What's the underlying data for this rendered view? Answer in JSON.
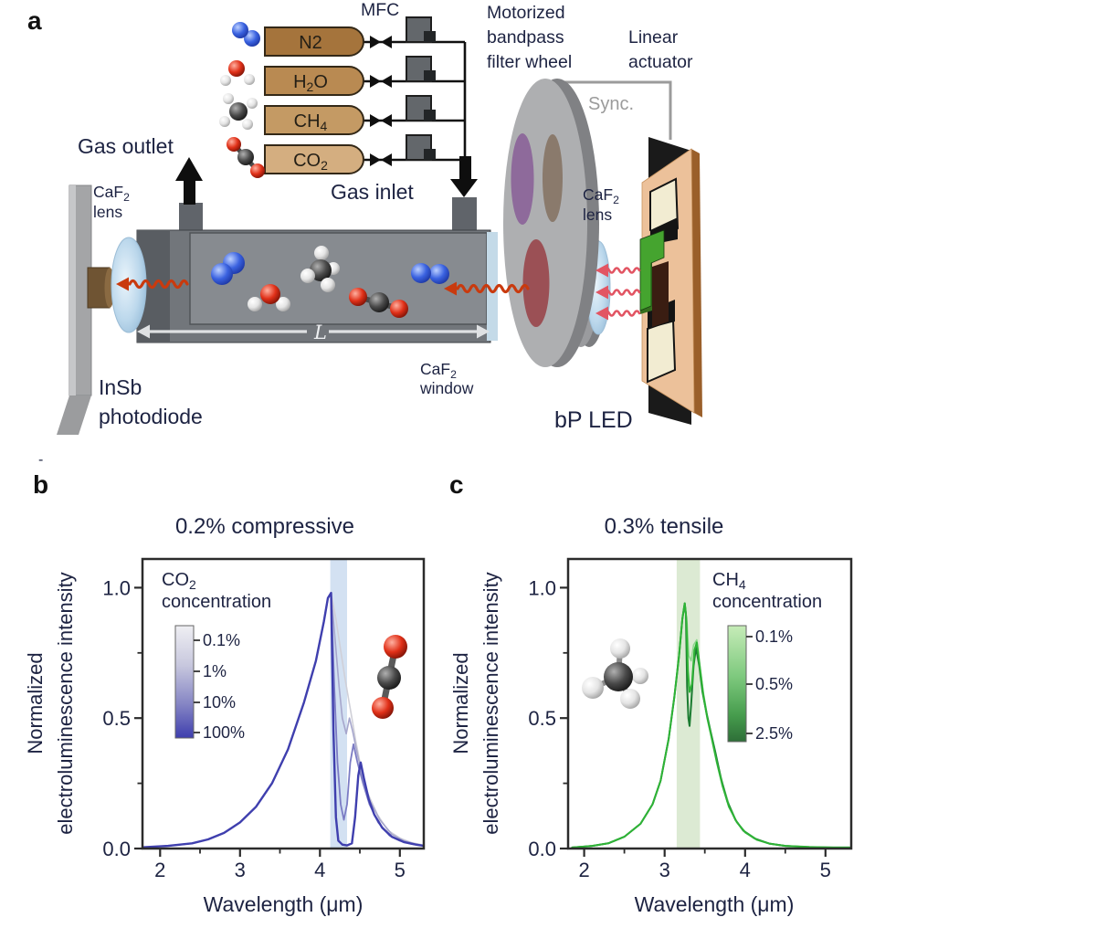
{
  "panel_a": {
    "label": "a",
    "mfc_label": "MFC",
    "filter_wheel_label": [
      "Motorized",
      "bandpass",
      "filter wheel"
    ],
    "linear_actuator_label": [
      "Linear",
      "actuator"
    ],
    "sync_label": "Sync.",
    "gas_outlet_label": "Gas outlet",
    "gas_inlet_label": "Gas inlet",
    "gas_cylinders": [
      {
        "pre": "N2",
        "sub": "",
        "post": ""
      },
      {
        "pre": "H",
        "sub": "2",
        "post": "O"
      },
      {
        "pre": "CH",
        "sub": "4",
        "post": ""
      },
      {
        "pre": "CO",
        "sub": "2",
        "post": ""
      }
    ],
    "caf2_lens": {
      "pre": "CaF",
      "sub": "2",
      "line2": "lens"
    },
    "caf2_window": {
      "pre": "CaF",
      "sub": "2",
      "line2": "window"
    },
    "insb_label": [
      "InSb",
      "photodiode"
    ],
    "bp_led_label": "bP LED",
    "path_length_label": "L"
  },
  "panel_b": {
    "label": "b",
    "stray_mark": "-",
    "title": "0.2% compressive",
    "title_color": "#4679cf",
    "ylabel_lines": [
      "Normalized",
      "electroluminescence intensity"
    ],
    "xlabel": "Wavelength (μm)",
    "legend": {
      "pre": "CO",
      "sub": "2",
      "line2": "concentration"
    }
  },
  "panel_c": {
    "label": "c",
    "title": "0.3% tensile",
    "title_color": "#2ba14f",
    "ylabel_lines": [
      "Normalized",
      "electroluminescence intensity"
    ],
    "xlabel": "Wavelength (μm)",
    "legend": {
      "pre": "CH",
      "sub": "4",
      "line2": "concentration"
    }
  },
  "chart_data": [
    {
      "id": "b",
      "type": "line",
      "title": "0.2% compressive",
      "xlabel": "Wavelength (μm)",
      "ylabel": "Normalized electroluminescence intensity",
      "xlim": [
        1.78,
        5.3
      ],
      "ylim": [
        0,
        1.11
      ],
      "xticks": [
        2,
        3,
        4,
        5
      ],
      "xticks_minor": [
        2.5,
        3.5,
        4.5
      ],
      "yticks": [
        {
          "v": 0,
          "label": "0.0"
        },
        {
          "v": 0.5,
          "label": "0.5"
        },
        {
          "v": 1.0,
          "label": "1.0"
        }
      ],
      "yticks_minor": [
        0.25,
        0.75
      ],
      "grid": false,
      "band": {
        "x": [
          4.13,
          4.34
        ],
        "color": "#d3e1f2"
      },
      "legend_title": "CO2 concentration",
      "legend_position": "upper-left",
      "legend_ticks": [
        "0.1%",
        "1%",
        "10%",
        "100%"
      ],
      "series": [
        {
          "name": "0.1%",
          "color": "#d0d0d8",
          "width": 1.6,
          "points": [
            [
              1.8,
              0.005
            ],
            [
              2.1,
              0.01
            ],
            [
              2.4,
              0.02
            ],
            [
              2.6,
              0.035
            ],
            [
              2.8,
              0.06
            ],
            [
              3.0,
              0.1
            ],
            [
              3.2,
              0.16
            ],
            [
              3.4,
              0.25
            ],
            [
              3.6,
              0.38
            ],
            [
              3.8,
              0.56
            ],
            [
              3.95,
              0.72
            ],
            [
              4.05,
              0.87
            ],
            [
              4.1,
              0.96
            ],
            [
              4.14,
              0.98
            ],
            [
              4.2,
              0.88
            ],
            [
              4.26,
              0.76
            ],
            [
              4.31,
              0.66
            ],
            [
              4.36,
              0.57
            ],
            [
              4.4,
              0.5
            ],
            [
              4.45,
              0.41
            ],
            [
              4.52,
              0.3
            ],
            [
              4.6,
              0.21
            ],
            [
              4.72,
              0.13
            ],
            [
              4.85,
              0.07
            ],
            [
              5.0,
              0.04
            ],
            [
              5.15,
              0.022
            ],
            [
              5.3,
              0.013
            ]
          ]
        },
        {
          "name": "1%",
          "color": "#a6a6cc",
          "width": 1.6,
          "points": [
            [
              1.8,
              0.005
            ],
            [
              2.1,
              0.01
            ],
            [
              2.4,
              0.02
            ],
            [
              2.6,
              0.035
            ],
            [
              2.8,
              0.06
            ],
            [
              3.0,
              0.1
            ],
            [
              3.2,
              0.16
            ],
            [
              3.4,
              0.25
            ],
            [
              3.6,
              0.38
            ],
            [
              3.8,
              0.56
            ],
            [
              3.95,
              0.72
            ],
            [
              4.05,
              0.87
            ],
            [
              4.1,
              0.96
            ],
            [
              4.14,
              0.98
            ],
            [
              4.19,
              0.8
            ],
            [
              4.24,
              0.62
            ],
            [
              4.28,
              0.5
            ],
            [
              4.33,
              0.44
            ],
            [
              4.37,
              0.5
            ],
            [
              4.41,
              0.45
            ],
            [
              4.47,
              0.36
            ],
            [
              4.54,
              0.27
            ],
            [
              4.63,
              0.18
            ],
            [
              4.75,
              0.11
            ],
            [
              4.9,
              0.055
            ],
            [
              5.05,
              0.03
            ],
            [
              5.2,
              0.017
            ],
            [
              5.3,
              0.012
            ]
          ]
        },
        {
          "name": "10%",
          "color": "#7b7bc4",
          "width": 1.8,
          "points": [
            [
              1.8,
              0.005
            ],
            [
              2.1,
              0.01
            ],
            [
              2.4,
              0.02
            ],
            [
              2.6,
              0.035
            ],
            [
              2.8,
              0.06
            ],
            [
              3.0,
              0.1
            ],
            [
              3.2,
              0.16
            ],
            [
              3.4,
              0.25
            ],
            [
              3.6,
              0.38
            ],
            [
              3.8,
              0.56
            ],
            [
              3.95,
              0.72
            ],
            [
              4.05,
              0.87
            ],
            [
              4.1,
              0.96
            ],
            [
              4.14,
              0.98
            ],
            [
              4.18,
              0.62
            ],
            [
              4.22,
              0.33
            ],
            [
              4.26,
              0.17
            ],
            [
              4.3,
              0.11
            ],
            [
              4.34,
              0.17
            ],
            [
              4.38,
              0.33
            ],
            [
              4.42,
              0.4
            ],
            [
              4.47,
              0.33
            ],
            [
              4.54,
              0.25
            ],
            [
              4.62,
              0.17
            ],
            [
              4.73,
              0.1
            ],
            [
              4.87,
              0.05
            ],
            [
              5.0,
              0.03
            ],
            [
              5.15,
              0.017
            ],
            [
              5.3,
              0.011
            ]
          ]
        },
        {
          "name": "100%",
          "color": "#3f3fae",
          "width": 2.4,
          "points": [
            [
              1.8,
              0.005
            ],
            [
              2.1,
              0.01
            ],
            [
              2.4,
              0.02
            ],
            [
              2.6,
              0.035
            ],
            [
              2.8,
              0.06
            ],
            [
              3.0,
              0.1
            ],
            [
              3.2,
              0.16
            ],
            [
              3.4,
              0.25
            ],
            [
              3.6,
              0.38
            ],
            [
              3.8,
              0.56
            ],
            [
              3.95,
              0.72
            ],
            [
              4.05,
              0.87
            ],
            [
              4.1,
              0.96
            ],
            [
              4.14,
              0.98
            ],
            [
              4.17,
              0.45
            ],
            [
              4.2,
              0.12
            ],
            [
              4.23,
              0.03
            ],
            [
              4.28,
              0.015
            ],
            [
              4.34,
              0.012
            ],
            [
              4.4,
              0.02
            ],
            [
              4.44,
              0.12
            ],
            [
              4.48,
              0.28
            ],
            [
              4.51,
              0.33
            ],
            [
              4.55,
              0.27
            ],
            [
              4.61,
              0.19
            ],
            [
              4.68,
              0.13
            ],
            [
              4.78,
              0.08
            ],
            [
              4.9,
              0.045
            ],
            [
              5.05,
              0.025
            ],
            [
              5.2,
              0.015
            ],
            [
              5.3,
              0.01
            ]
          ]
        }
      ]
    },
    {
      "id": "c",
      "type": "line",
      "title": "0.3% tensile",
      "xlabel": "Wavelength (μm)",
      "ylabel": "Normalized electroluminescence intensity",
      "xlim": [
        1.8,
        5.32
      ],
      "ylim": [
        0,
        1.11
      ],
      "xticks": [
        2,
        3,
        4,
        5
      ],
      "xticks_minor": [
        2.5,
        3.5,
        4.5
      ],
      "yticks": [
        {
          "v": 0,
          "label": "0.0"
        },
        {
          "v": 0.5,
          "label": "0.5"
        },
        {
          "v": 1.0,
          "label": "1.0"
        }
      ],
      "yticks_minor": [
        0.25,
        0.75
      ],
      "grid": false,
      "band": {
        "x": [
          3.15,
          3.44
        ],
        "color": "#dcead3"
      },
      "legend_title": "CH4 concentration",
      "legend_position": "upper-right",
      "legend_ticks": [
        "0.1%",
        "0.5%",
        "2.5%"
      ],
      "series": [
        {
          "name": "0.1%",
          "color": "#8ed88e",
          "width": 1.6,
          "points": [
            [
              1.85,
              0.004
            ],
            [
              2.1,
              0.01
            ],
            [
              2.3,
              0.02
            ],
            [
              2.5,
              0.045
            ],
            [
              2.7,
              0.095
            ],
            [
              2.85,
              0.17
            ],
            [
              2.95,
              0.26
            ],
            [
              3.05,
              0.42
            ],
            [
              3.12,
              0.58
            ],
            [
              3.18,
              0.74
            ],
            [
              3.22,
              0.88
            ],
            [
              3.25,
              0.94
            ],
            [
              3.28,
              0.86
            ],
            [
              3.3,
              0.74
            ],
            [
              3.33,
              0.72
            ],
            [
              3.36,
              0.78
            ],
            [
              3.4,
              0.8
            ],
            [
              3.44,
              0.7
            ],
            [
              3.48,
              0.6
            ],
            [
              3.53,
              0.51
            ],
            [
              3.58,
              0.44
            ],
            [
              3.65,
              0.34
            ],
            [
              3.72,
              0.25
            ],
            [
              3.8,
              0.17
            ],
            [
              3.9,
              0.1
            ],
            [
              4.0,
              0.065
            ],
            [
              4.15,
              0.035
            ],
            [
              4.3,
              0.02
            ],
            [
              4.5,
              0.011
            ],
            [
              4.8,
              0.006
            ],
            [
              5.1,
              0.004
            ],
            [
              5.3,
              0.004
            ]
          ]
        },
        {
          "name": "2.5%",
          "color": "#1b7c31",
          "width": 2.0,
          "points": [
            [
              1.85,
              0.004
            ],
            [
              2.1,
              0.01
            ],
            [
              2.3,
              0.02
            ],
            [
              2.5,
              0.045
            ],
            [
              2.7,
              0.095
            ],
            [
              2.85,
              0.17
            ],
            [
              2.95,
              0.26
            ],
            [
              3.05,
              0.42
            ],
            [
              3.12,
              0.58
            ],
            [
              3.18,
              0.74
            ],
            [
              3.22,
              0.88
            ],
            [
              3.25,
              0.94
            ],
            [
              3.265,
              0.9
            ],
            [
              3.28,
              0.62
            ],
            [
              3.295,
              0.5
            ],
            [
              3.31,
              0.47
            ],
            [
              3.33,
              0.55
            ],
            [
              3.36,
              0.7
            ],
            [
              3.39,
              0.77
            ],
            [
              3.43,
              0.7
            ],
            [
              3.47,
              0.6
            ],
            [
              3.52,
              0.52
            ],
            [
              3.57,
              0.45
            ],
            [
              3.63,
              0.37
            ],
            [
              3.7,
              0.27
            ],
            [
              3.78,
              0.18
            ],
            [
              3.88,
              0.11
            ],
            [
              3.98,
              0.068
            ],
            [
              4.12,
              0.038
            ],
            [
              4.3,
              0.019
            ],
            [
              4.5,
              0.01
            ],
            [
              4.8,
              0.005
            ],
            [
              5.1,
              0.004
            ],
            [
              5.3,
              0.004
            ]
          ]
        },
        {
          "name": "0.5%",
          "color": "#2eb336",
          "width": 2.0,
          "points": [
            [
              1.85,
              0.004
            ],
            [
              2.1,
              0.01
            ],
            [
              2.3,
              0.02
            ],
            [
              2.5,
              0.045
            ],
            [
              2.7,
              0.095
            ],
            [
              2.85,
              0.17
            ],
            [
              2.95,
              0.26
            ],
            [
              3.05,
              0.42
            ],
            [
              3.12,
              0.58
            ],
            [
              3.18,
              0.74
            ],
            [
              3.22,
              0.88
            ],
            [
              3.25,
              0.94
            ],
            [
              3.27,
              0.88
            ],
            [
              3.29,
              0.68
            ],
            [
              3.31,
              0.6
            ],
            [
              3.34,
              0.63
            ],
            [
              3.37,
              0.76
            ],
            [
              3.4,
              0.79
            ],
            [
              3.44,
              0.69
            ],
            [
              3.48,
              0.59
            ],
            [
              3.53,
              0.5
            ],
            [
              3.58,
              0.43
            ],
            [
              3.65,
              0.33
            ],
            [
              3.72,
              0.24
            ],
            [
              3.8,
              0.16
            ],
            [
              3.9,
              0.1
            ],
            [
              4.0,
              0.062
            ],
            [
              4.15,
              0.033
            ],
            [
              4.3,
              0.019
            ],
            [
              4.5,
              0.01
            ],
            [
              4.8,
              0.006
            ],
            [
              5.1,
              0.004
            ],
            [
              5.3,
              0.004
            ]
          ]
        }
      ]
    }
  ]
}
